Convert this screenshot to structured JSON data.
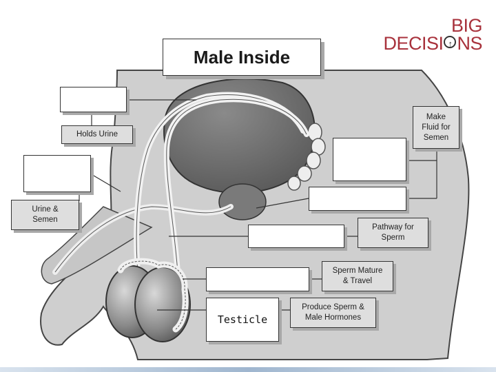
{
  "title": "Male Inside",
  "logo": {
    "line1": "BIG",
    "line2_before": "DECISI",
    "line2_after": "NS"
  },
  "labels": {
    "holds_urine": "Holds Urine",
    "urine_semen": "Urine &\nSemen",
    "make_fluid": "Make\nFluid for\nSemen",
    "pathway_sperm": "Pathway for\nSperm",
    "sperm_mature": "Sperm Mature\n& Travel",
    "produce_sperm": "Produce Sperm &\nMale Hormones",
    "testicle": "Testicle"
  },
  "colors": {
    "brand": "#a8323c",
    "organ": "#6e6e6e",
    "body": "#cfcfcf"
  }
}
